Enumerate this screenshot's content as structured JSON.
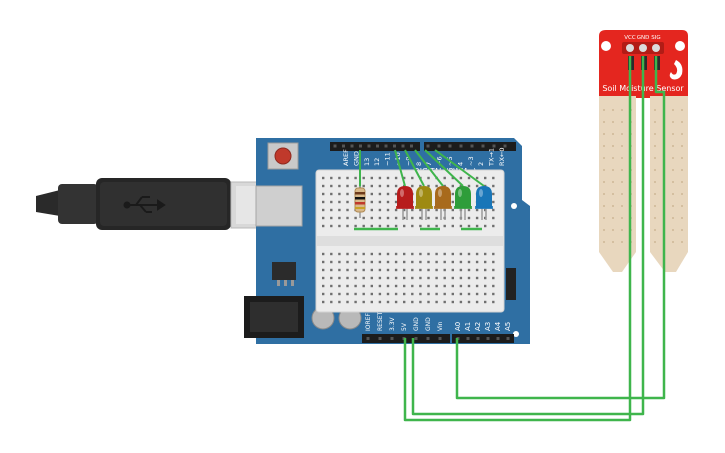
{
  "arduino": {
    "digital_header_labels": [
      "AREF",
      "GND",
      "13",
      "12",
      "~11",
      "~10",
      "~9",
      "8",
      "7",
      "~6",
      "~5",
      "4",
      "~3",
      "2",
      "TX→1",
      "RX←0"
    ],
    "digital_section_label": "DIGITAL (PWM~)",
    "power_header_labels": [
      "IOREF",
      "RESET",
      "3.3V",
      "5V",
      "GND",
      "GND",
      "Vin"
    ],
    "analog_header_labels": [
      "A0",
      "A1",
      "A2",
      "A3",
      "A4",
      "A5"
    ]
  },
  "sensor": {
    "pin_labels": [
      "VCC",
      "GND",
      "SIG"
    ],
    "name": "Soil Moisture Sensor"
  },
  "leds": [
    {
      "color": "#b71c1c"
    },
    {
      "color": "#9e8a12"
    },
    {
      "color": "#a86a1c"
    },
    {
      "color": "#2e9d3a"
    },
    {
      "color": "#1976b8"
    }
  ],
  "colors": {
    "board": "#2f6fa3",
    "sensor": "#e4261f",
    "wire": "#3fb54c",
    "breadboard": "#ececec"
  }
}
